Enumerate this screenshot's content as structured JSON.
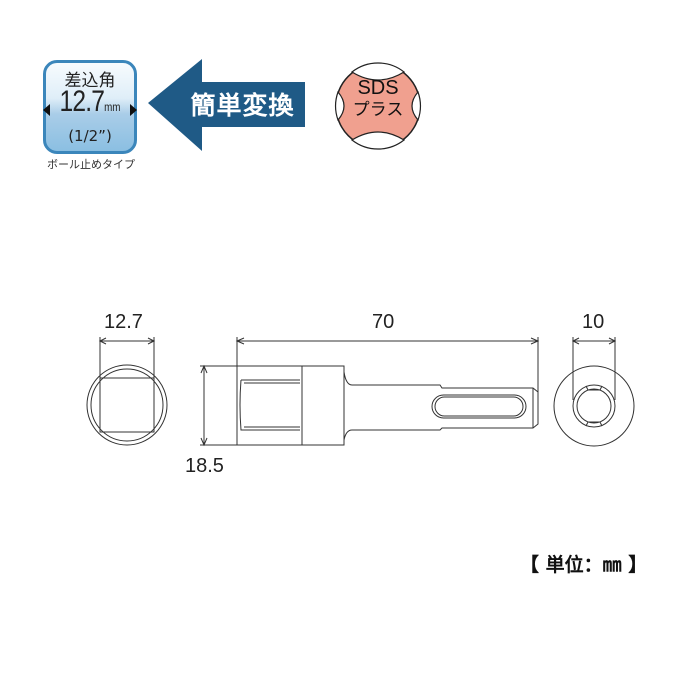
{
  "badge": {
    "title": "差込角",
    "size_value": "12.7",
    "size_unit": "mm",
    "size_inch": "(1/2”)",
    "caption": "ボール止めタイプ",
    "border_color": "#3b86bb"
  },
  "conversion_arrow": {
    "label": "簡単変換",
    "color": "#1f5a86",
    "direction": "left"
  },
  "sds_logo": {
    "line1": "SDS",
    "line2": "プラス",
    "fill_color": "#f0a08f"
  },
  "dimensions": {
    "drive_square": "12.7",
    "overall_length": "70",
    "body_diameter": "18.5",
    "shank_diameter": "10"
  },
  "unit_note": "【 単位：㎜ 】"
}
